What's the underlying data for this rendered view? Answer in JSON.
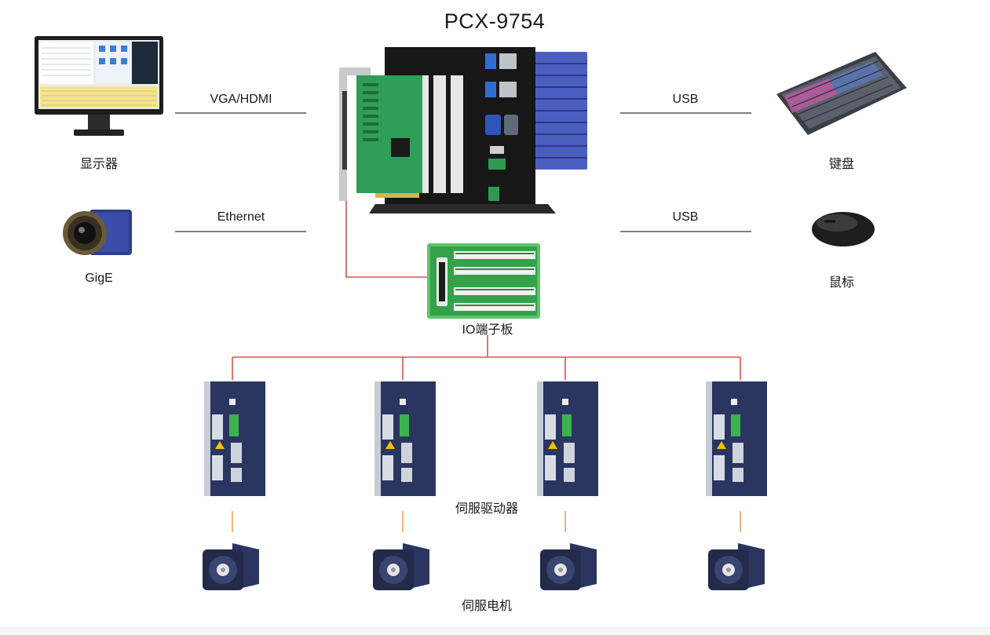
{
  "title": "PCX-9754",
  "links": {
    "display": "VGA/HDMI",
    "camera": "Ethernet",
    "keyboard": "USB",
    "mouse": "USB"
  },
  "devices": {
    "display": "显示器",
    "camera": "GigE",
    "keyboard": "键盘",
    "mouse": "鼠标",
    "io_board": "IO端子板",
    "servo_drive": "伺服驱动器",
    "servo_motor": "伺服电机"
  },
  "colors": {
    "line_dark": "#333333",
    "bus_red": "#d9534f",
    "motor_link_orange": "#f0a060",
    "chassis_blue": "#3a4da8",
    "board_green": "#2e9e58",
    "drive_navy": "#2a3560"
  }
}
